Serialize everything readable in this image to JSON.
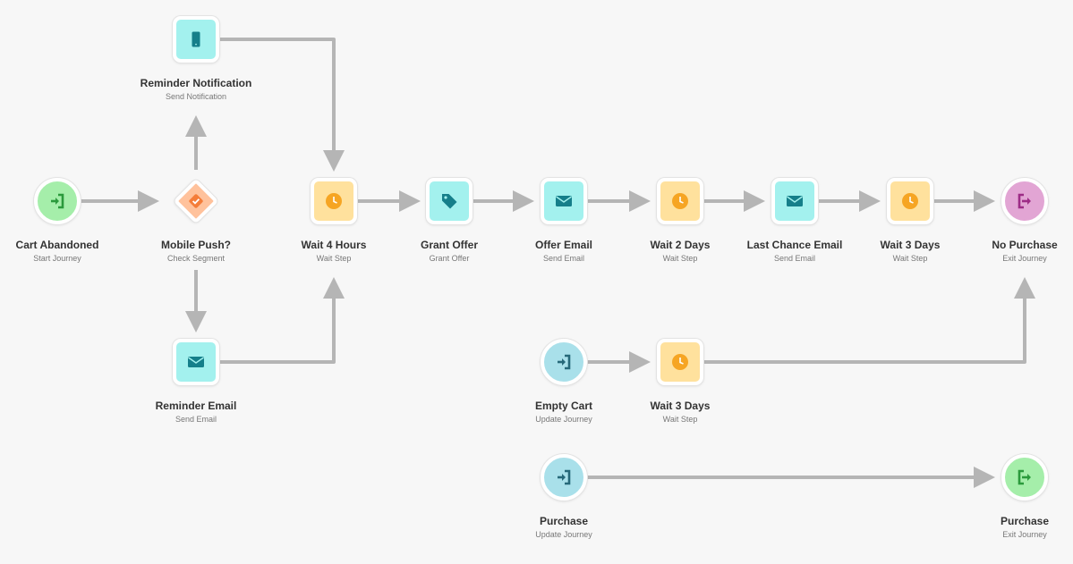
{
  "colors": {
    "edge": "#b5b5b5",
    "start_bg": "#a5eeaa",
    "start_fg": "#2b9a3c",
    "decision_bg": "#ffc29c",
    "decision_fg": "#f47d3a",
    "action_bg": "#a3f1ee",
    "action_fg": "#157f8a",
    "wait_bg": "#ffe19d",
    "wait_fg": "#f6a523",
    "update_bg": "#a9e0ea",
    "update_fg": "#26697a",
    "exit_purple_bg": "#e2a5d4",
    "exit_purple_fg": "#9d2c86",
    "exit_green_bg": "#a5eeaa",
    "exit_green_fg": "#2b9a3c"
  },
  "nodes": {
    "cart_abandoned": {
      "title": "Cart Abandoned",
      "subtitle": "Start Journey",
      "icon": "enter-icon"
    },
    "mobile_push": {
      "title": "Mobile Push?",
      "subtitle": "Check Segment",
      "icon": "check-icon"
    },
    "reminder_notification": {
      "title": "Reminder Notification",
      "subtitle": "Send Notification",
      "icon": "mobile-phone-icon"
    },
    "reminder_email": {
      "title": "Reminder Email",
      "subtitle": "Send Email",
      "icon": "envelope-icon"
    },
    "wait_4_hours": {
      "title": "Wait 4 Hours",
      "subtitle": "Wait Step",
      "icon": "clock-icon"
    },
    "grant_offer": {
      "title": "Grant Offer",
      "subtitle": "Grant Offer",
      "icon": "tag-icon"
    },
    "offer_email": {
      "title": "Offer Email",
      "subtitle": "Send Email",
      "icon": "envelope-icon"
    },
    "wait_2_days": {
      "title": "Wait 2 Days",
      "subtitle": "Wait Step",
      "icon": "clock-icon"
    },
    "last_chance_email": {
      "title": "Last Chance Email",
      "subtitle": "Send Email",
      "icon": "envelope-icon"
    },
    "wait_3_days": {
      "title": "Wait 3 Days",
      "subtitle": "Wait Step",
      "icon": "clock-icon"
    },
    "no_purchase": {
      "title": "No Purchase",
      "subtitle": "Exit Journey",
      "icon": "exit-icon"
    },
    "empty_cart": {
      "title": "Empty Cart",
      "subtitle": "Update Journey",
      "icon": "enter-icon"
    },
    "wait_3_days_b": {
      "title": "Wait 3 Days",
      "subtitle": "Wait Step",
      "icon": "clock-icon"
    },
    "purchase_update": {
      "title": "Purchase",
      "subtitle": "Update Journey",
      "icon": "enter-icon"
    },
    "purchase_exit": {
      "title": "Purchase",
      "subtitle": "Exit Journey",
      "icon": "exit-icon"
    }
  },
  "edges": [
    [
      "cart_abandoned",
      "mobile_push"
    ],
    [
      "mobile_push",
      "reminder_notification"
    ],
    [
      "mobile_push",
      "reminder_email"
    ],
    [
      "reminder_notification",
      "wait_4_hours"
    ],
    [
      "reminder_email",
      "wait_4_hours"
    ],
    [
      "wait_4_hours",
      "grant_offer"
    ],
    [
      "grant_offer",
      "offer_email"
    ],
    [
      "offer_email",
      "wait_2_days"
    ],
    [
      "wait_2_days",
      "last_chance_email"
    ],
    [
      "last_chance_email",
      "wait_3_days"
    ],
    [
      "wait_3_days",
      "no_purchase"
    ],
    [
      "empty_cart",
      "wait_3_days_b"
    ],
    [
      "wait_3_days_b",
      "no_purchase"
    ],
    [
      "purchase_update",
      "purchase_exit"
    ]
  ]
}
